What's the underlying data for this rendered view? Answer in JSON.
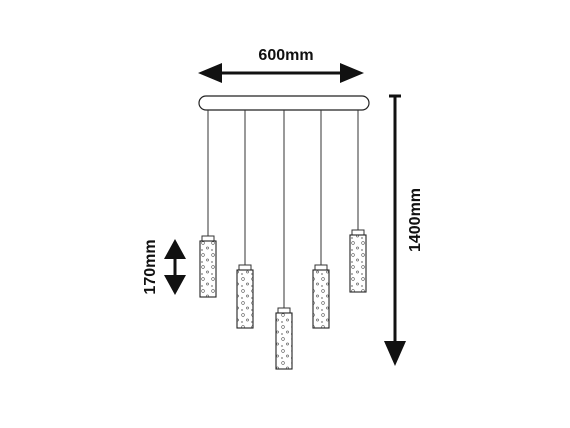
{
  "diagram": {
    "width_label": "600mm",
    "height_label": "1400mm",
    "pendant_label": "170mm",
    "pendant_count": 5,
    "line_color": "#222222",
    "fill_color": "#ffffff"
  }
}
